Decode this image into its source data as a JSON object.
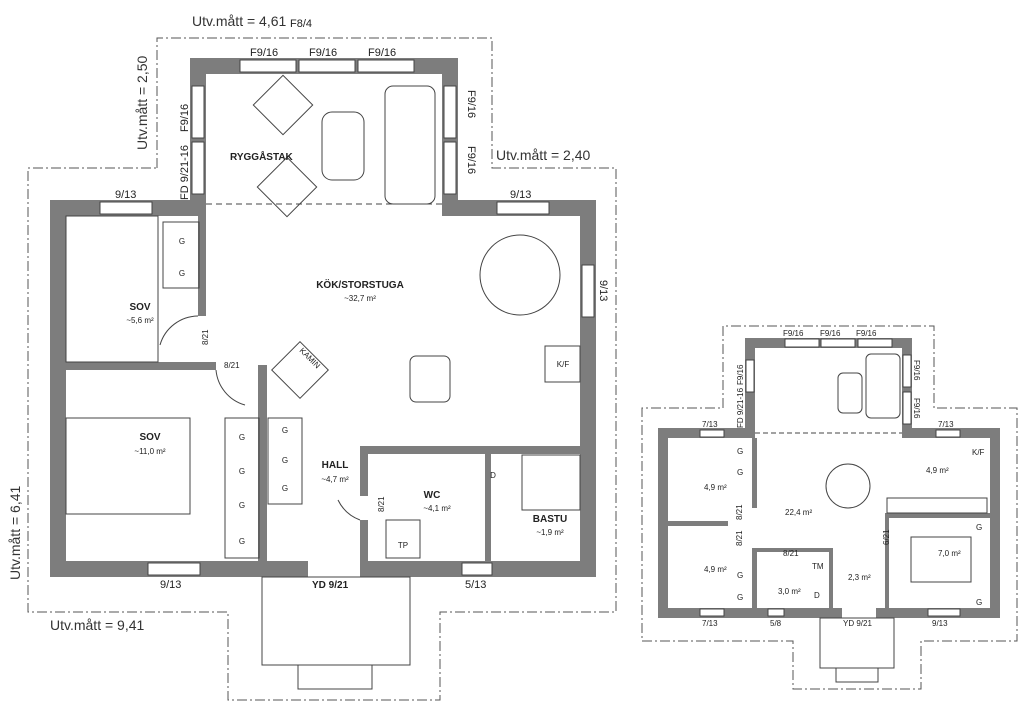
{
  "large_plan": {
    "dimensions": {
      "porch_width": "Utv.mått = 4,61",
      "porch_depth": "Utv.mått = 2,50",
      "side_offset": "Utv.mått = 2,40",
      "house_depth": "Utv.mått = 6,41",
      "house_width": "Utv.mått = 9,41",
      "roof_window": "F8/4"
    },
    "windows": {
      "porch_top": [
        "F9/16",
        "F9/16",
        "F9/16"
      ],
      "porch_left": "F9/16",
      "porch_right": [
        "F9/16",
        "F9/16"
      ],
      "porch_door": "FD 9/21-16",
      "top_left": "9/13",
      "top_right": "9/13",
      "right": "9/13",
      "bottom_left": "9/13",
      "bottom_right": "5/13",
      "entry_door": "YD 9/21"
    },
    "rooms": {
      "porch": "RYGGÅSTAK",
      "kitchen": {
        "name": "KÖK/STORSTUGA",
        "area": "~32,7 m²"
      },
      "bedroom_small": {
        "name": "SOV",
        "area": "~5,6 m²"
      },
      "bedroom_large": {
        "name": "SOV",
        "area": "~11,0 m²"
      },
      "hall": {
        "name": "HALL",
        "area": "~4,7 m²"
      },
      "wc": {
        "name": "WC",
        "area": "~4,1 m²"
      },
      "sauna": {
        "name": "BASTU",
        "area": "~1,9 m²"
      }
    },
    "fixtures": {
      "stove": "KAMIN",
      "fridge": "K/F",
      "dryer": "TP",
      "shower": "D",
      "wardrobe": "G"
    },
    "doors": [
      "8/21",
      "8/21",
      "8/21"
    ]
  },
  "small_plan": {
    "windows": {
      "porch_top": [
        "F9/16",
        "F9/16",
        "F9/16"
      ],
      "porch_left": "F9/16",
      "porch_door": "FD 9/21-16",
      "porch_right": [
        "F9/16",
        "F9/16"
      ],
      "top_left": "7/13",
      "top_right": "7/13",
      "bottom_left": "7/13",
      "bottom_mid": "5/8",
      "entry_door": "YD 9/21",
      "bottom_right": "9/13"
    },
    "areas": {
      "kitchen": "4,9 m²",
      "bedroom_top": "4,9 m²",
      "bedroom_bottom": "4,9 m²",
      "living": "22,4 m²",
      "bedroom_right": "7,0 m²",
      "hall": "2,3 m²",
      "bath": "3,0 m²"
    },
    "doors": [
      "8/21",
      "8/21",
      "8/21",
      "6/21"
    ],
    "fixtures": {
      "washer": "TM",
      "shower": "D",
      "fridge": "K/F",
      "wardrobe": "G"
    }
  }
}
